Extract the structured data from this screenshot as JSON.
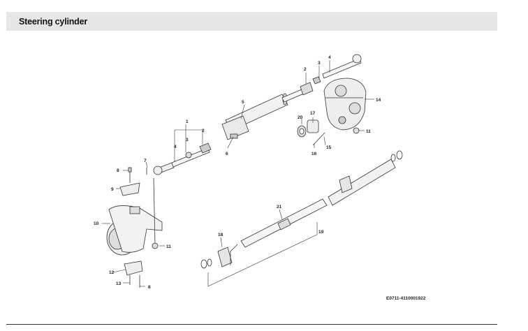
{
  "header": {
    "title": "Steering cylinder"
  },
  "diagram": {
    "figure_code": "E0711-4110001922",
    "callouts": {
      "c1": "1",
      "c2a": "2",
      "c2b": "2",
      "c3a": "3",
      "c3b": "3",
      "c4a": "4",
      "c4b": "4",
      "c5": "5",
      "c6": "6",
      "c7": "7",
      "c8a": "8",
      "c8b": "8",
      "c9": "9",
      "c10": "10",
      "c11a": "11",
      "c11b": "11",
      "c12": "12",
      "c13": "13",
      "c14": "14",
      "c15": "15",
      "c16": "16",
      "c17": "17",
      "c18": "18",
      "c19": "19",
      "c20": "20",
      "c21": "21"
    }
  }
}
